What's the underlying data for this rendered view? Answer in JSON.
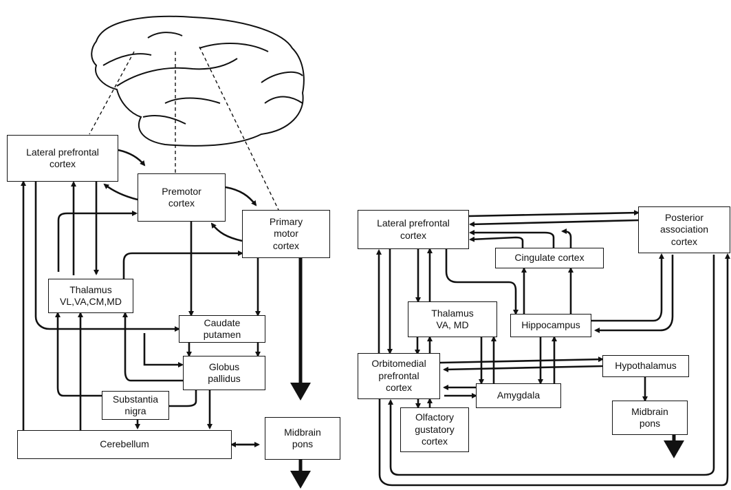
{
  "left_diagram": {
    "brain_icon": "monkey-brain-icon",
    "boxes": {
      "lateral_prefrontal": "Lateral prefrontal\ncortex",
      "premotor": "Premotor\ncortex",
      "primary_motor": "Primary\nmotor\ncortex",
      "thalamus": "Thalamus\nVL,VA,CM,MD",
      "caudate": "Caudate\nputamen",
      "globus": "Globus\npallidus",
      "substantia": "Substantia\nnigra",
      "cerebellum": "Cerebellum",
      "midbrain": "Midbrain\npons"
    }
  },
  "right_diagram": {
    "boxes": {
      "lateral_prefrontal": "Lateral prefrontal\ncortex",
      "posterior": "Posterior\nassociation\ncortex",
      "cingulate": "Cingulate cortex",
      "thalamus": "Thalamus\nVA, MD",
      "hippocampus": "Hippocampus",
      "orbitomedial": "Orbitomedial\nprefrontal\ncortex",
      "hypothalamus": "Hypothalamus",
      "amygdala": "Amygdala",
      "olfactory": "Olfactory\ngustatory\ncortex",
      "midbrain": "Midbrain\npons"
    }
  }
}
